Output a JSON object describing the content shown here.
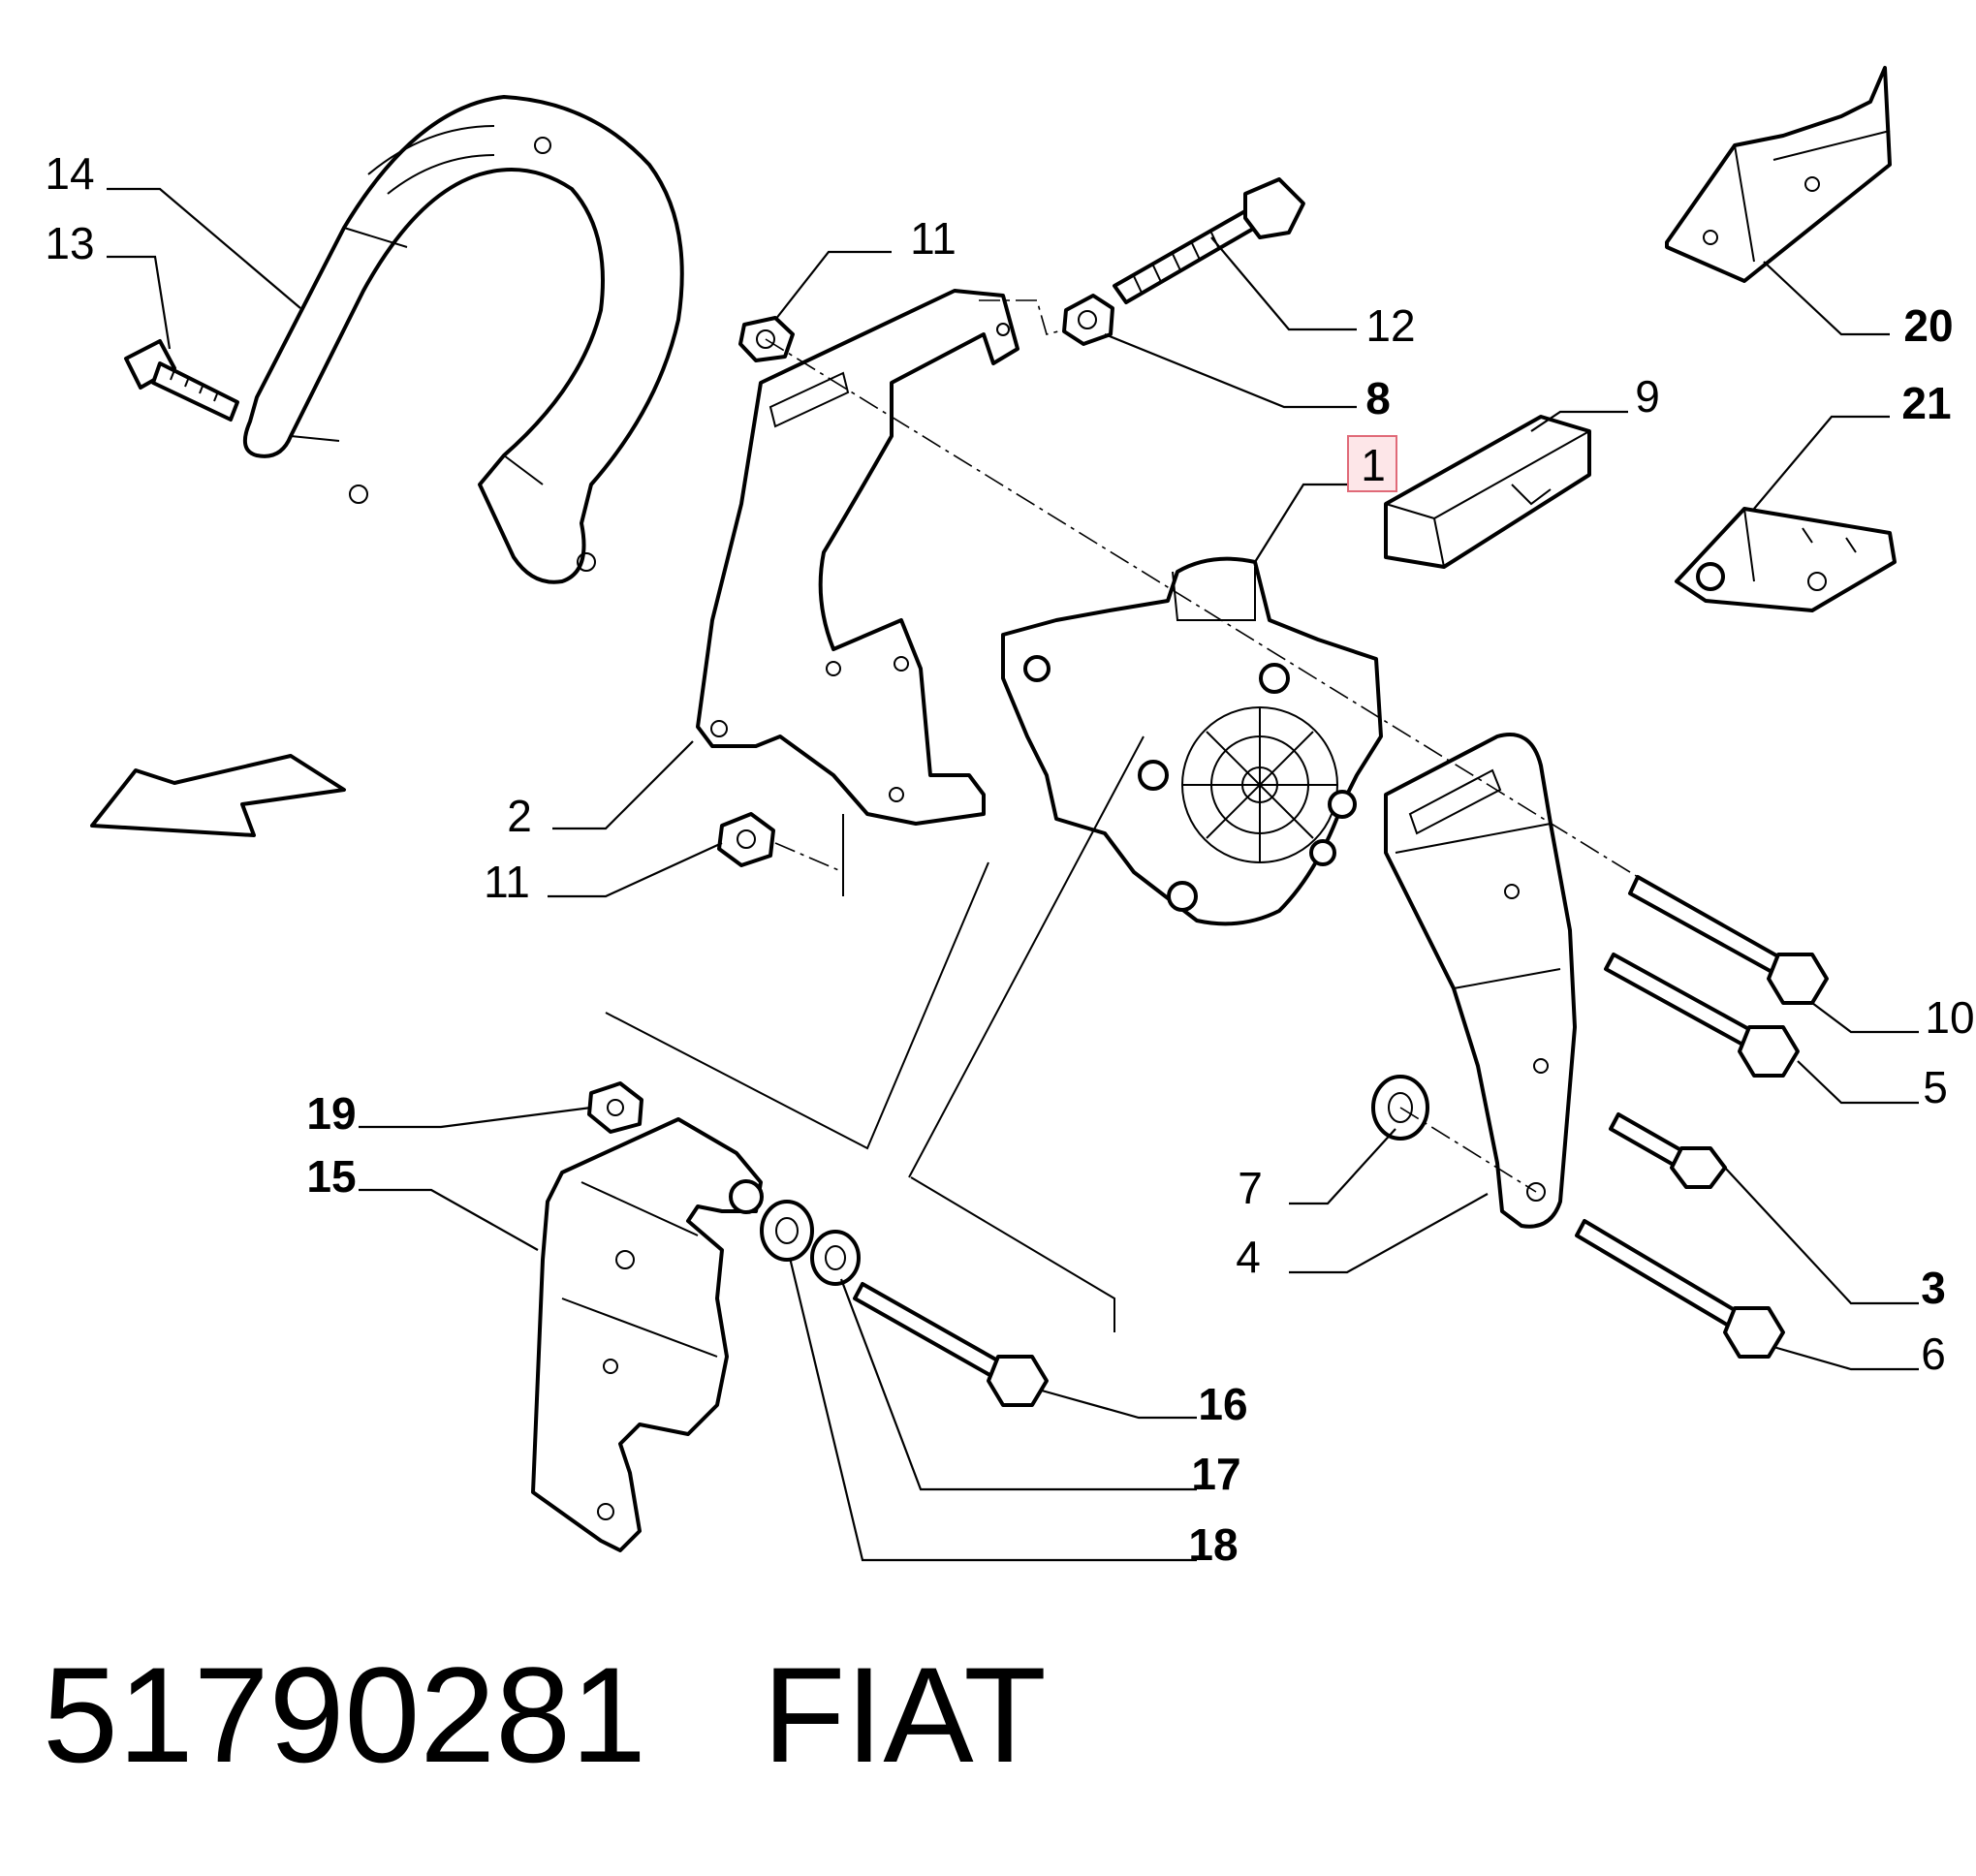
{
  "callouts": {
    "c1": "1",
    "c2": "2",
    "c3": "3",
    "c4": "4",
    "c5": "5",
    "c6": "6",
    "c7": "7",
    "c8": "8",
    "c9": "9",
    "c10": "10",
    "c11a": "11",
    "c11b": "11",
    "c12": "12",
    "c13": "13",
    "c14": "14",
    "c15": "15",
    "c16": "16",
    "c17": "17",
    "c18": "18",
    "c19": "19",
    "c20": "20",
    "c21": "21"
  },
  "highlighted_callout": "1",
  "caption": {
    "part_number": "51790281",
    "brand": "FIAT"
  }
}
